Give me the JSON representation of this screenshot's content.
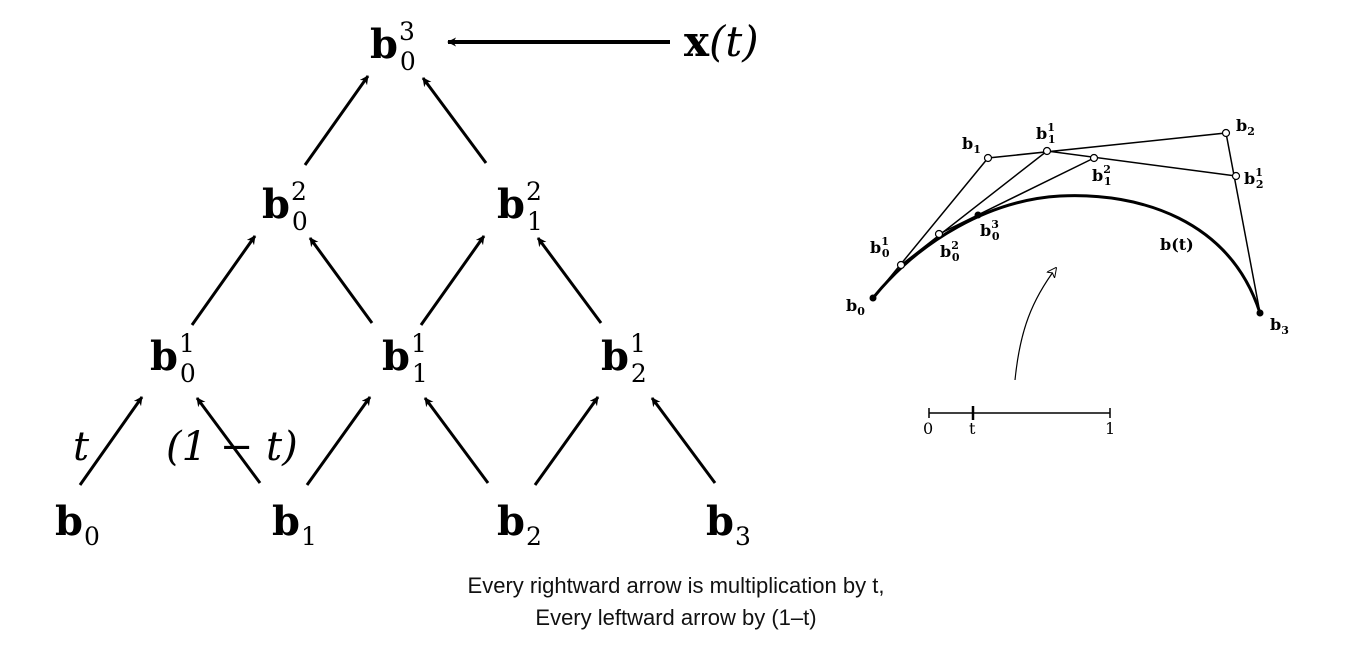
{
  "pyramid": {
    "top": {
      "base": "b",
      "sub": "0",
      "sup": "3"
    },
    "output": {
      "label": "x",
      "arg": "(t)"
    },
    "level2": [
      {
        "base": "b",
        "sub": "0",
        "sup": "2"
      },
      {
        "base": "b",
        "sub": "1",
        "sup": "2"
      }
    ],
    "level1": [
      {
        "base": "b",
        "sub": "0",
        "sup": "1"
      },
      {
        "base": "b",
        "sub": "1",
        "sup": "1"
      },
      {
        "base": "b",
        "sub": "2",
        "sup": "1"
      }
    ],
    "level0": [
      {
        "base": "b",
        "sub": "0"
      },
      {
        "base": "b",
        "sub": "1"
      },
      {
        "base": "b",
        "sub": "2"
      },
      {
        "base": "b",
        "sub": "3"
      }
    ],
    "weight_right": "t",
    "weight_left": "(1 − t)"
  },
  "curve_figure": {
    "points": {
      "b0": {
        "base": "b",
        "sub": "0"
      },
      "b1": {
        "base": "b",
        "sub": "1"
      },
      "b2": {
        "base": "b",
        "sub": "2"
      },
      "b3": {
        "base": "b",
        "sub": "3"
      },
      "b01": {
        "base": "b",
        "sub": "0",
        "sup": "1"
      },
      "b11": {
        "base": "b",
        "sub": "1",
        "sup": "1"
      },
      "b21": {
        "base": "b",
        "sub": "2",
        "sup": "1"
      },
      "b02": {
        "base": "b",
        "sub": "0",
        "sup": "2"
      },
      "b12": {
        "base": "b",
        "sub": "1",
        "sup": "2"
      },
      "b03": {
        "base": "b",
        "sub": "0",
        "sup": "3"
      }
    },
    "curve_label": "b(t)",
    "scale": {
      "start": "0",
      "param": "t",
      "end": "1"
    }
  },
  "caption": {
    "line1": "Every rightward arrow is multiplication by t,",
    "line2": "Every leftward arrow by (1–t)"
  }
}
